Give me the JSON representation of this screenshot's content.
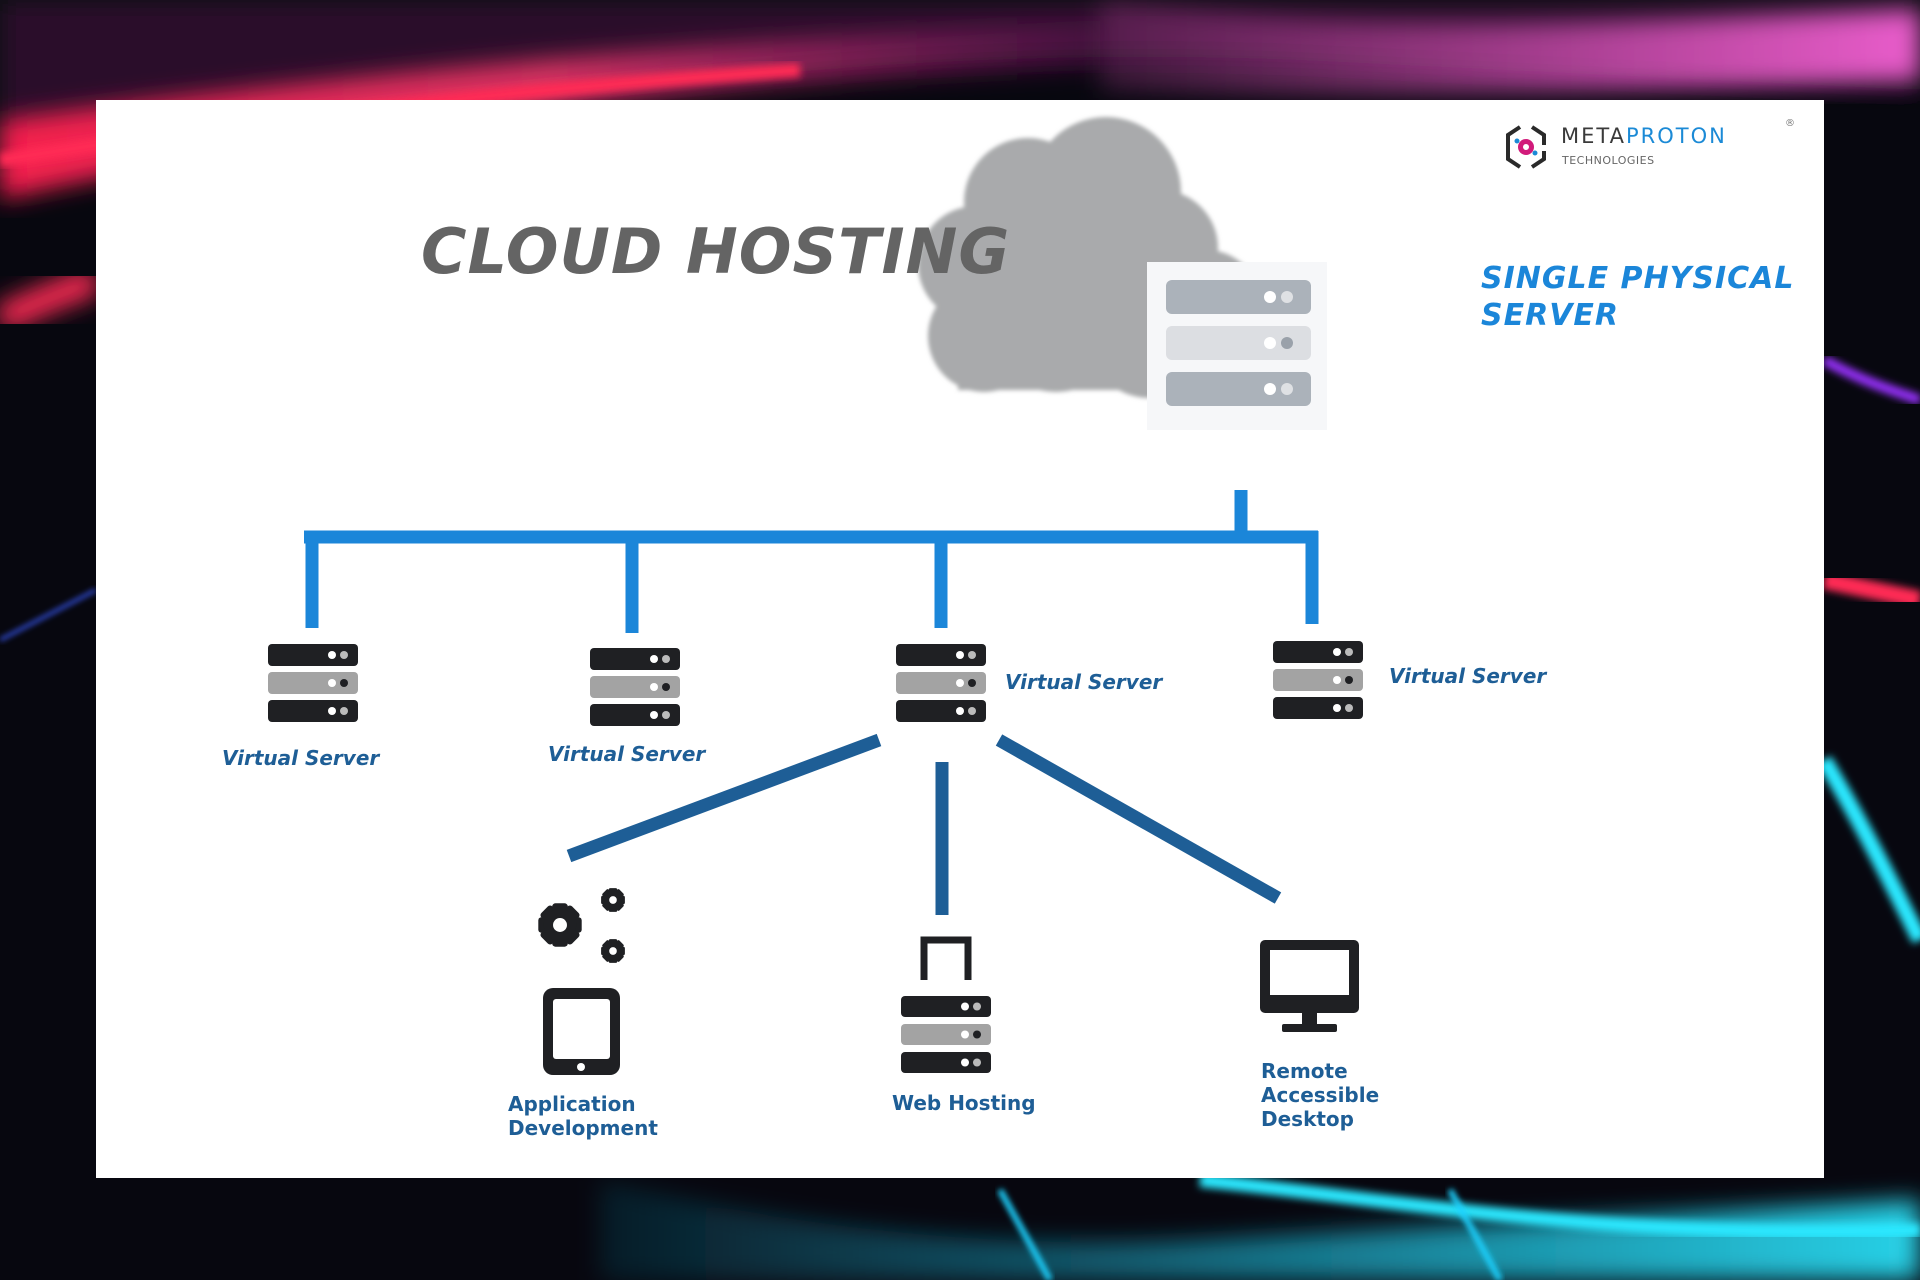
{
  "title": "CLOUD HOSTING",
  "logo": {
    "name_part1": "META",
    "name_part2": "PROTON",
    "registered": "®",
    "subtitle": "TECHNOLOGIES",
    "icon": "hexagon-logo-icon"
  },
  "physical_server": {
    "label": "SINGLE PHYSICAL\nSERVER",
    "icon": "cloud-server-icon"
  },
  "virtual_servers": [
    {
      "label": "Virtual Server",
      "icon": "server-rack-icon"
    },
    {
      "label": "Virtual Server",
      "icon": "server-rack-icon"
    },
    {
      "label": "Virtual Server",
      "icon": "server-rack-icon"
    },
    {
      "label": "Virtual Server",
      "icon": "server-rack-icon"
    }
  ],
  "services": [
    {
      "label": "Application\nDevelopment",
      "icons": [
        "gears-icon",
        "tablet-icon"
      ]
    },
    {
      "label": "Web Hosting",
      "icon": "locked-server-icon"
    },
    {
      "label": "Remote\nAccessible\nDesktop",
      "icon": "monitor-icon"
    }
  ],
  "colors": {
    "trunk_line": "#1b86d9",
    "branch_line": "#1e5e96",
    "label_blue": "#1e5e96",
    "heading_blue": "#1b86d9",
    "title_gray": "#646464",
    "icon_dark": "#1f2023",
    "icon_gray": "#a3a3a3"
  }
}
